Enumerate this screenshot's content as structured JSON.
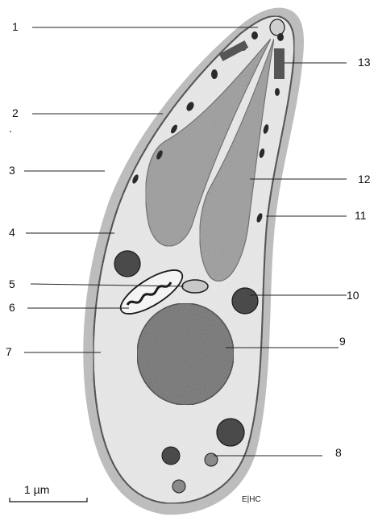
{
  "labels": {
    "l1": "1",
    "l2": "2",
    "l3": "3",
    "l4": "4",
    "l5": "5",
    "l6": "6",
    "l7": "7",
    "l8": "8",
    "l9": "9",
    "l10": "10",
    "l11": "11",
    "l12": "12",
    "l13": "13"
  },
  "stray_mark": ".",
  "scale_bar": {
    "label": "1 µm"
  },
  "credit": "E|HC",
  "colors": {
    "outline": "#1a1a1a",
    "cytoplasm": "#ededed",
    "halo": "#bdbdbd",
    "organelle_dark": "#4a4a4a",
    "nucleus": "#6b6b6b",
    "rhoptry": "#9a9a9a"
  }
}
